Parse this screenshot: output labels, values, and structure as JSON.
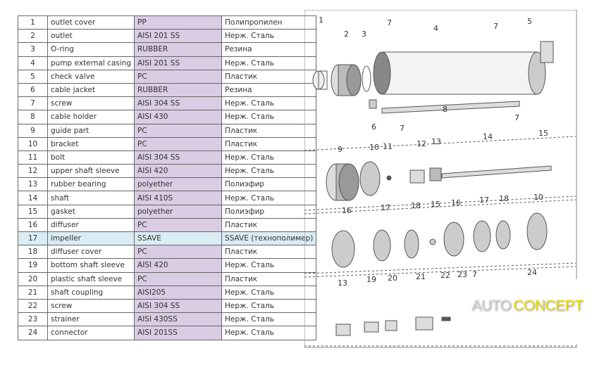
{
  "parts_table": {
    "rows": [
      {
        "no": "1",
        "name": "outlet cover",
        "material": "PP",
        "material_ru": "Полипропилен"
      },
      {
        "no": "2",
        "name": "outlet",
        "material": "AISI 201 SS",
        "material_ru": "Нерж. Сталь"
      },
      {
        "no": "3",
        "name": "O-ring",
        "material": "RUBBER",
        "material_ru": "Резина"
      },
      {
        "no": "4",
        "name": "pump external casing",
        "material": "AISI 201 SS",
        "material_ru": "Нерж. Сталь"
      },
      {
        "no": "5",
        "name": "check valve",
        "material": "PC",
        "material_ru": "Пластик"
      },
      {
        "no": "6",
        "name": "cable jacket",
        "material": "RUBBER",
        "material_ru": "Резина"
      },
      {
        "no": "7",
        "name": "screw",
        "material": "AISI 304 SS",
        "material_ru": "Нерж. Сталь"
      },
      {
        "no": "8",
        "name": "cable holder",
        "material": "AISI 430",
        "material_ru": "Нерж. Сталь"
      },
      {
        "no": "9",
        "name": "guide part",
        "material": "PC",
        "material_ru": "Пластик"
      },
      {
        "no": "10",
        "name": "bracket",
        "material": "PC",
        "material_ru": "Пластик"
      },
      {
        "no": "11",
        "name": "bolt",
        "material": "AISI 304 SS",
        "material_ru": "Нерж. Сталь"
      },
      {
        "no": "12",
        "name": "upper shaft sleeve",
        "material": "AISI 420",
        "material_ru": "Нерж. Сталь"
      },
      {
        "no": "13",
        "name": "rubber bearing",
        "material": "polyether",
        "material_ru": "Полиэфир"
      },
      {
        "no": "14",
        "name": "shaft",
        "material": "AISI 410S",
        "material_ru": "Нерж. Сталь"
      },
      {
        "no": "15",
        "name": "gasket",
        "material": "polyether",
        "material_ru": "Полиэфир"
      },
      {
        "no": "16",
        "name": "diffuser",
        "material": "PC",
        "material_ru": "Пластик"
      },
      {
        "no": "17",
        "name": "impeller",
        "material": "SSAVE",
        "material_ru": "SSAVE (технополимер)"
      },
      {
        "no": "18",
        "name": "diffuser cover",
        "material": "PC",
        "material_ru": "Пластик"
      },
      {
        "no": "19",
        "name": "bottom shaft sleeve",
        "material": "AISI 420",
        "material_ru": "Нерж. Сталь"
      },
      {
        "no": "20",
        "name": "plastic shaft sleeve",
        "material": "PC",
        "material_ru": "Пластик"
      },
      {
        "no": "21",
        "name": "shaft coupling",
        "material": "AISI205",
        "material_ru": "Нерж. Сталь"
      },
      {
        "no": "22",
        "name": "screw",
        "material": "AISI 304 SS",
        "material_ru": "Нерж. Сталь"
      },
      {
        "no": "23",
        "name": "strainer",
        "material": "AISI 430SS",
        "material_ru": "Нерж. Сталь"
      },
      {
        "no": "24",
        "name": "connector",
        "material": "AISI 201SS",
        "material_ru": "Нерж. Сталь"
      }
    ],
    "highlighted_row": 17
  },
  "diagram": {
    "callouts": [
      "1",
      "2",
      "3",
      "7",
      "4",
      "7",
      "5",
      "6",
      "7",
      "8",
      "7",
      "9",
      "10",
      "11",
      "12",
      "13",
      "14",
      "15",
      "16",
      "17",
      "18",
      "15",
      "16",
      "17",
      "18",
      "10",
      "23",
      "7",
      "24",
      "13",
      "19",
      "20",
      "21",
      "22"
    ]
  },
  "watermark": {
    "part1": "AUTO",
    "part2": "CONCEPT",
    "color1": "#d8d8d8",
    "color2": "#f2e21a"
  }
}
